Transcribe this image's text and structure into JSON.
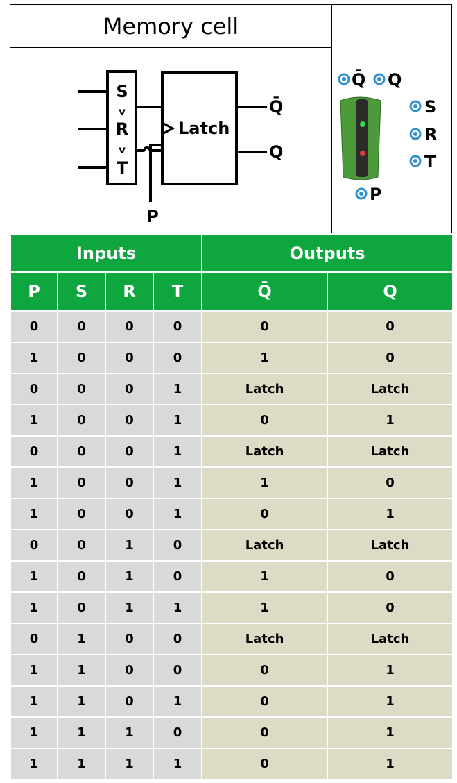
{
  "title": "Memory cell",
  "diagram": {
    "inputs": [
      "S",
      "R",
      "T"
    ],
    "separators": [
      "v",
      "v"
    ],
    "block_label": "Latch",
    "output_top": "Q̄",
    "output_bottom": "Q",
    "clock_label": "P"
  },
  "device": {
    "ports_top": [
      "Q̄",
      "Q"
    ],
    "ports_right": [
      "S",
      "R",
      "T"
    ],
    "port_bottom": "P",
    "body_color": "#4c9a3a",
    "led_colors": [
      "#34d84a",
      "#e83a3a"
    ]
  },
  "table": {
    "group_headers": [
      "Inputs",
      "Outputs"
    ],
    "columns": [
      "P",
      "S",
      "R",
      "T",
      "Q̄",
      "Q"
    ],
    "rows": [
      [
        "0",
        "0",
        "0",
        "0",
        "0",
        "0"
      ],
      [
        "1",
        "0",
        "0",
        "0",
        "1",
        "0"
      ],
      [
        "0",
        "0",
        "0",
        "1",
        "Latch",
        "Latch"
      ],
      [
        "1",
        "0",
        "0",
        "1",
        "0",
        "1"
      ],
      [
        "0",
        "0",
        "0",
        "1",
        "Latch",
        "Latch"
      ],
      [
        "1",
        "0",
        "0",
        "1",
        "1",
        "0"
      ],
      [
        "1",
        "0",
        "0",
        "1",
        "0",
        "1"
      ],
      [
        "0",
        "0",
        "1",
        "0",
        "Latch",
        "Latch"
      ],
      [
        "1",
        "0",
        "1",
        "0",
        "1",
        "0"
      ],
      [
        "1",
        "0",
        "1",
        "1",
        "1",
        "0"
      ],
      [
        "0",
        "1",
        "0",
        "0",
        "Latch",
        "Latch"
      ],
      [
        "1",
        "1",
        "0",
        "0",
        "0",
        "1"
      ],
      [
        "1",
        "1",
        "0",
        "1",
        "0",
        "1"
      ],
      [
        "1",
        "1",
        "1",
        "0",
        "0",
        "1"
      ],
      [
        "1",
        "1",
        "1",
        "1",
        "0",
        "1"
      ]
    ],
    "header_color": "#0fa640",
    "input_cell_color": "#d9d9d9",
    "output_cell_color": "#dddac6"
  }
}
